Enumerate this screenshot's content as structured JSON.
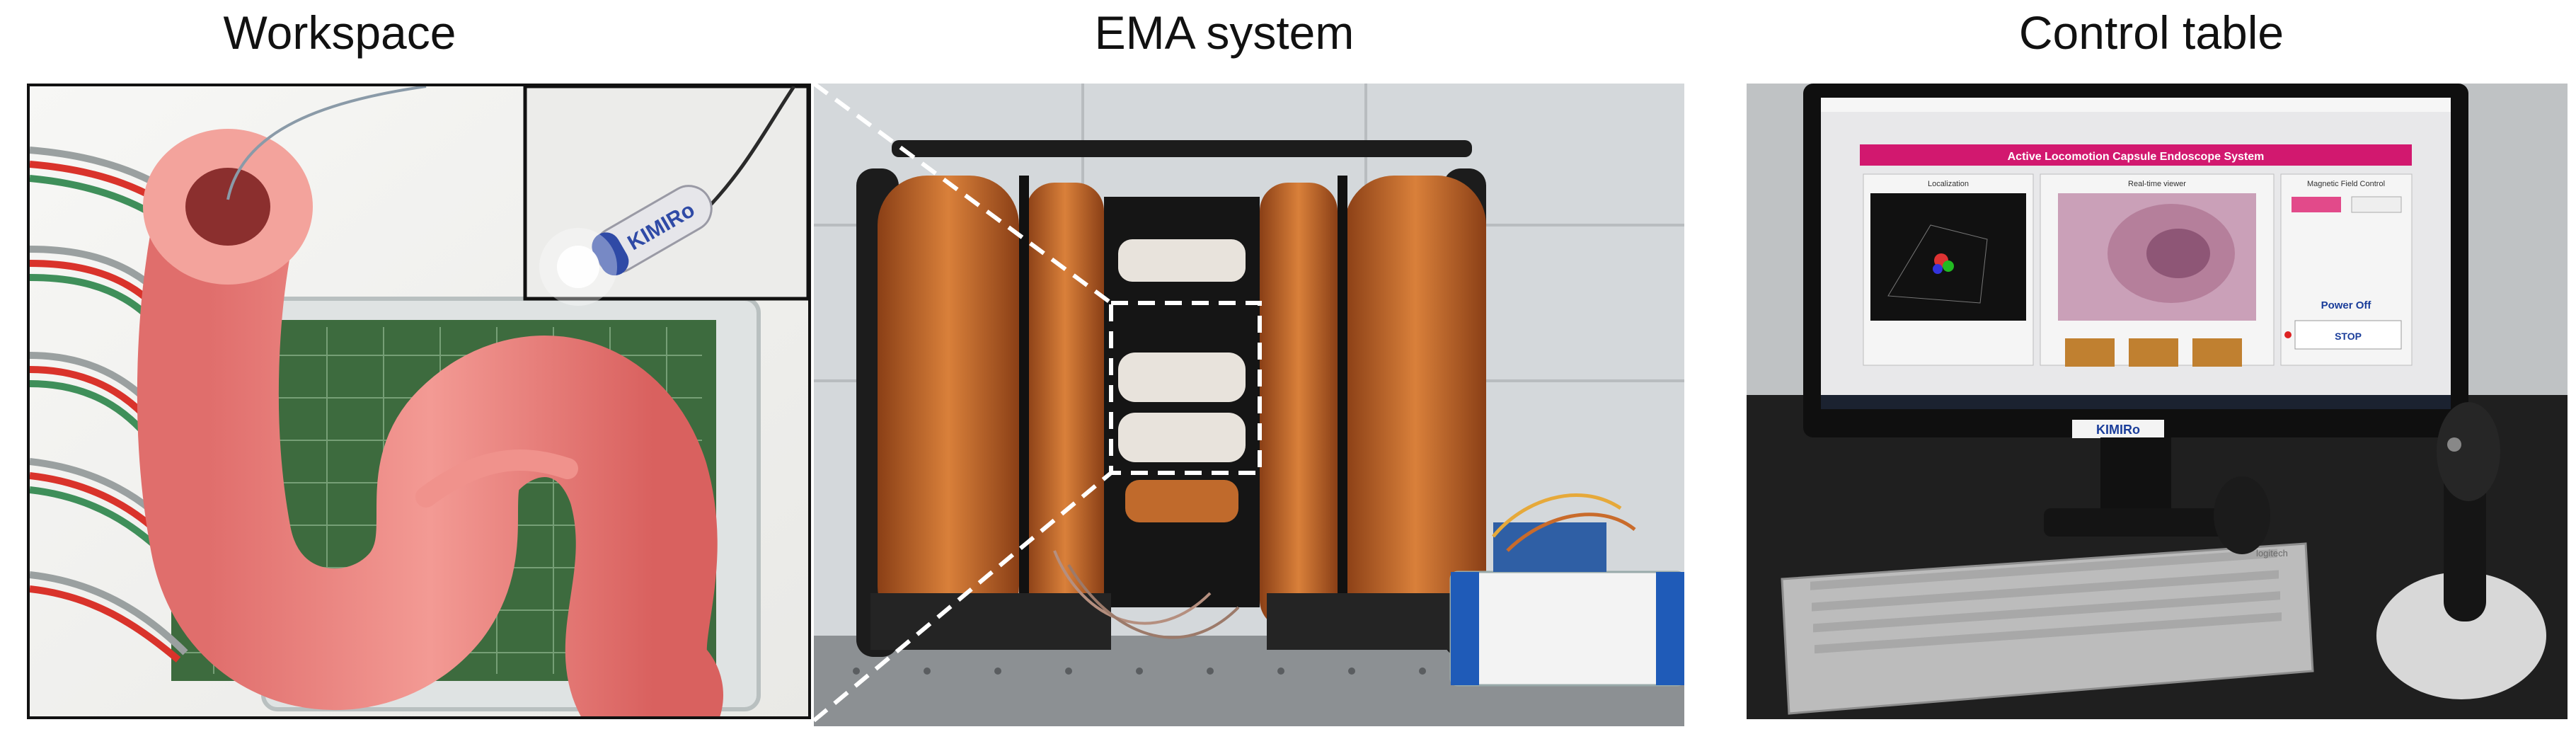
{
  "titles": {
    "workspace": "Workspace",
    "ema": "EMA system",
    "control": "Control table"
  },
  "capsule_label": "KIMIRo",
  "monitor": {
    "window_title": "Active Locomotion Capsule Endoscope System",
    "panel_localization": "Localization",
    "panel_viewer": "Real-time viewer",
    "panel_field": "Magnetic Field Control",
    "power_off": "Power Off",
    "stop": "STOP",
    "brand": "KIMIRo"
  },
  "keyboard_brand": "logitech",
  "colors": {
    "colon": "#f08b86",
    "coil": "#c8692a",
    "ribbon_red": "#d9332b",
    "ribbon_green": "#3f8f5a",
    "title_bar": "#d2186f"
  }
}
